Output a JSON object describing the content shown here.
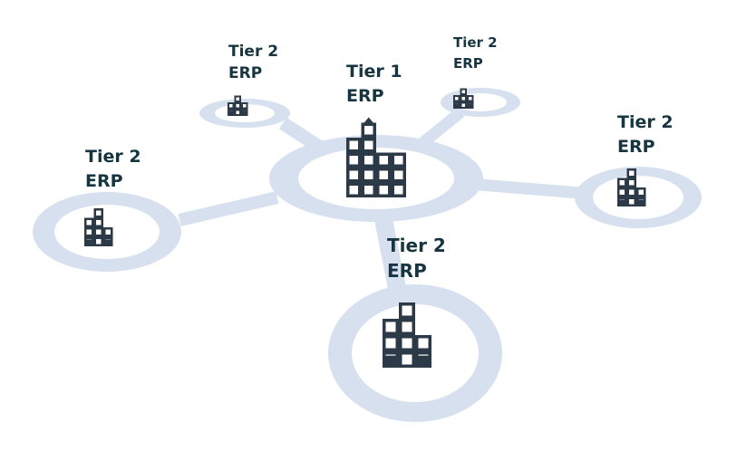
{
  "colors": {
    "ring": "#d7e0ee",
    "inner": "#ffffff",
    "building": "#2c3a48",
    "label": "#163540"
  },
  "nodes": [
    {
      "id": "hub",
      "line1": "Tier 1",
      "line2": "ERP",
      "icon": "office-building-icon"
    },
    {
      "id": "top-left",
      "line1": "Tier 2",
      "line2": "ERP",
      "icon": "office-building-icon"
    },
    {
      "id": "top-right",
      "line1": "Tier 2",
      "line2": "ERP",
      "icon": "office-building-icon"
    },
    {
      "id": "left",
      "line1": "Tier 2",
      "line2": "ERP",
      "icon": "office-building-icon"
    },
    {
      "id": "right",
      "line1": "Tier 2",
      "line2": "ERP",
      "icon": "office-building-icon"
    },
    {
      "id": "bottom",
      "line1": "Tier 2",
      "line2": "ERP",
      "icon": "office-building-icon"
    }
  ]
}
